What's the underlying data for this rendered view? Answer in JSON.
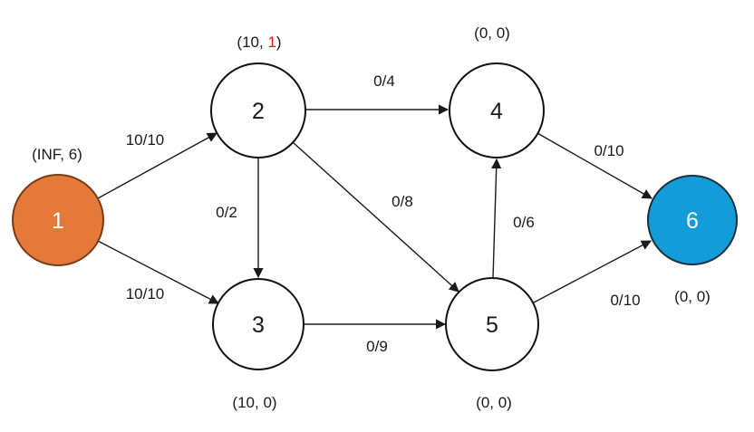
{
  "figure": {
    "description": "flow-network-graph",
    "colors": {
      "background": "#ffffff",
      "edge": "#1a1a1a",
      "text": "#1a1a1a",
      "highlight_red": "#ee1111",
      "node_fill_default": "#ffffff",
      "node_stroke_default": "#111111",
      "source_fill": "#e5793a",
      "source_stroke": "#7a3b17",
      "sink_fill": "#149cd8",
      "sink_stroke": "#17303d"
    },
    "nodes": [
      {
        "id": "1",
        "label": "1",
        "annotation": "(INF, 6)",
        "fill": "#e5793a",
        "stroke": "#7a3b17",
        "text_color": "#ffffff",
        "role": "source"
      },
      {
        "id": "2",
        "label": "2",
        "annotation_prefix": "(10, ",
        "annotation_highlight": "1",
        "annotation_suffix": ")",
        "fill": "#ffffff",
        "stroke": "#111111",
        "text_color": "#1a1a1a",
        "role": "internal"
      },
      {
        "id": "3",
        "label": "3",
        "annotation": "(10, 0)",
        "fill": "#ffffff",
        "stroke": "#111111",
        "text_color": "#1a1a1a",
        "role": "internal"
      },
      {
        "id": "4",
        "label": "4",
        "annotation": "(0, 0)",
        "fill": "#ffffff",
        "stroke": "#111111",
        "text_color": "#1a1a1a",
        "role": "internal"
      },
      {
        "id": "5",
        "label": "5",
        "annotation": "(0, 0)",
        "fill": "#ffffff",
        "stroke": "#111111",
        "text_color": "#1a1a1a",
        "role": "internal"
      },
      {
        "id": "6",
        "label": "6",
        "annotation": "(0, 0)",
        "fill": "#149cd8",
        "stroke": "#17303d",
        "text_color": "#ffffff",
        "role": "sink"
      }
    ],
    "edges": [
      {
        "from": "1",
        "to": "2",
        "label": "10/10"
      },
      {
        "from": "1",
        "to": "3",
        "label": "10/10"
      },
      {
        "from": "2",
        "to": "4",
        "label": "0/4"
      },
      {
        "from": "2",
        "to": "3",
        "label": "0/2"
      },
      {
        "from": "2",
        "to": "5",
        "label": "0/8"
      },
      {
        "from": "3",
        "to": "5",
        "label": "0/9"
      },
      {
        "from": "5",
        "to": "4",
        "label": "0/6"
      },
      {
        "from": "4",
        "to": "6",
        "label": "0/10"
      },
      {
        "from": "5",
        "to": "6",
        "label": "0/10"
      }
    ]
  }
}
